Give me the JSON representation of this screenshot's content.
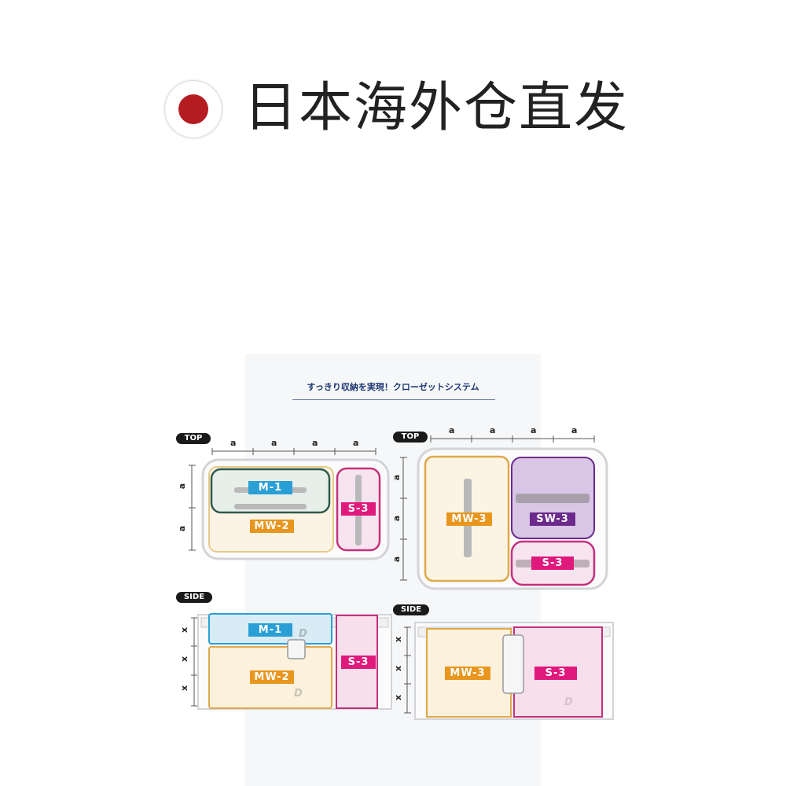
{
  "banner": {
    "title": "日本海外仓直发",
    "flag_color": "#b51c22"
  },
  "diagram": {
    "title": "すっきり収納を実現！クローゼットシステム",
    "top_tag": "TOP",
    "side_tag": "SIDE",
    "dim_a": "a",
    "dim_x": "x",
    "labels": {
      "m1": "M-1",
      "mw2": "MW-2",
      "s3": "S-3",
      "mw3": "MW-3",
      "sw3": "SW-3"
    },
    "colors": {
      "m1": "#2a9fd6",
      "mw2": "#e8961e",
      "s3": "#e0197d",
      "mw3": "#e8961e",
      "sw3": "#6b2a8c"
    }
  }
}
